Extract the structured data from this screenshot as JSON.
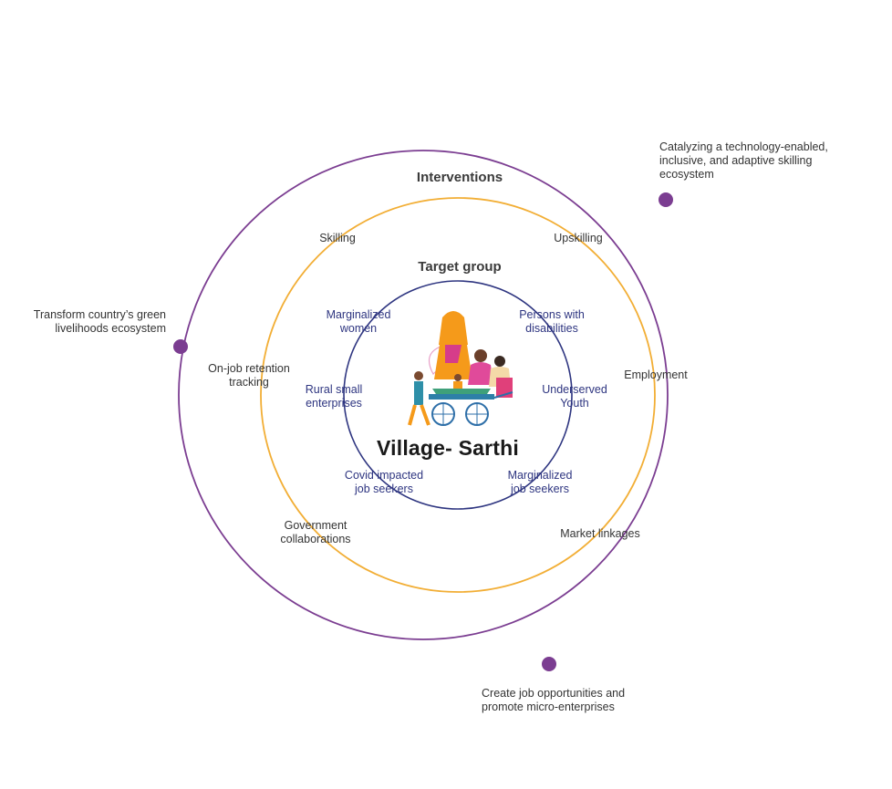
{
  "colors": {
    "outer_ring": "#7b3d91",
    "middle_ring": "#f2ae35",
    "inner_ring": "#2e3580",
    "dot": "#7b3d91",
    "target_text": "#2e3580"
  },
  "center": {
    "brand_name": "Village- Sarthi",
    "illustration": "street-vendor-family-illustration"
  },
  "outer_ring": {
    "callouts": [
      "Catalyzing a technology-enabled,\ninclusive, and adaptive skilling\necosystem",
      "Transform country’s green\nlivelihoods ecosystem",
      "Create job opportunities and\npromote micro-enterprises"
    ]
  },
  "interventions": {
    "title": "Interventions",
    "items": [
      "Skilling",
      "Upskilling",
      "On-job retention\ntracking",
      "Employment",
      "Government\ncollaborations",
      "Market linkages"
    ]
  },
  "target_group": {
    "title": "Target group",
    "items": [
      "Marginalized\nwomen",
      "Persons with\ndisabilities",
      "Rural small\nenterprises",
      "Underserved\nYouth",
      "Covid impacted\njob seekers",
      "Marginalized\njob seekers"
    ]
  }
}
